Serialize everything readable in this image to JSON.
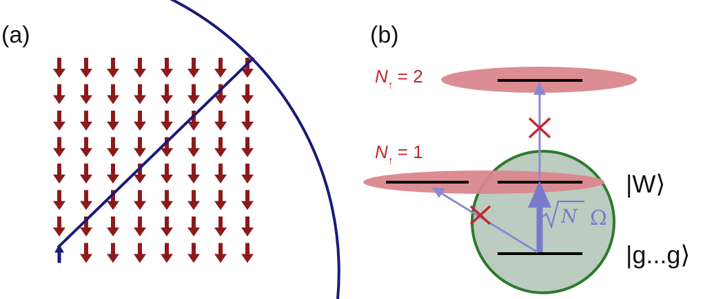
{
  "panel_a": {
    "label": "(a)",
    "grid": {
      "rows": 8,
      "cols": 8,
      "default_spin": "down",
      "flipped_spin": {
        "row": 7,
        "col": 0,
        "direction": "up"
      }
    },
    "colors": {
      "spin_down": "#8b1a1a",
      "spin_up": "#1a1a80",
      "circle": "#1a1a7a",
      "line": "#1a1a7a"
    }
  },
  "panel_b": {
    "label": "(b)",
    "levels": {
      "n2": {
        "n_label": "N",
        "n_sub": "↑",
        "n_value": "= 2"
      },
      "n1": {
        "n_label": "N",
        "n_sub": "↑",
        "n_value": "= 1"
      }
    },
    "state_w": "|W⟩",
    "state_g": "|g...g⟩",
    "coupling": {
      "sqrt_n": "N",
      "omega": "Ω"
    },
    "colors": {
      "band": "#d9878d",
      "label": "#c0272d",
      "blob_fill": "#bcccc0",
      "blob_stroke": "#2d7a2d",
      "arrow": "#8080cc",
      "cross": "#c0272d",
      "level": "#000000"
    }
  }
}
